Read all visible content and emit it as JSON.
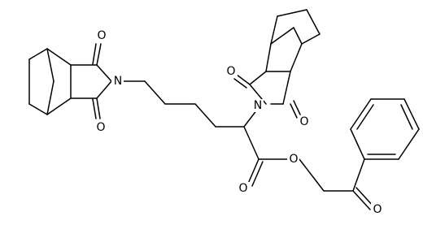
{
  "molecule": {
    "atoms": [
      {
        "id": "O_ester",
        "label": "O"
      },
      {
        "id": "O_ester_carbonyl",
        "label": "O"
      },
      {
        "id": "O_ketone",
        "label": "O"
      },
      {
        "id": "N_right",
        "label": "N"
      },
      {
        "id": "O_right_imide_top",
        "label": "O"
      },
      {
        "id": "O_right_imide_bottom",
        "label": "O"
      },
      {
        "id": "N_left",
        "label": "N"
      },
      {
        "id": "O_left_imide_top",
        "label": "O"
      },
      {
        "id": "O_left_imide_bottom",
        "label": "O"
      }
    ]
  },
  "colors": {
    "bond": "#000000",
    "label": "#000000",
    "background": "#ffffff"
  }
}
